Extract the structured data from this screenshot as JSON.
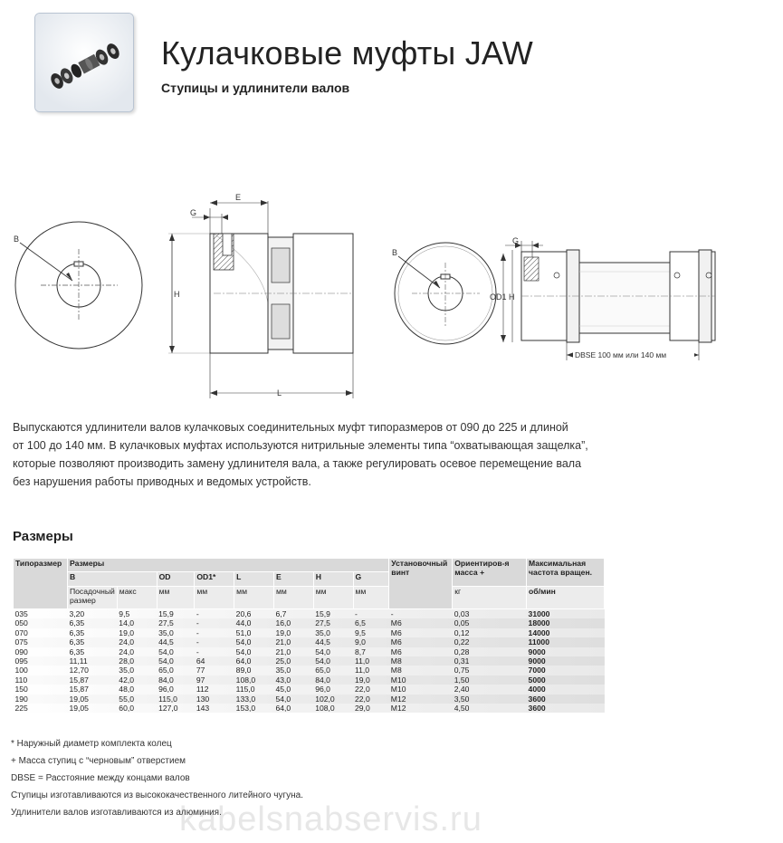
{
  "header": {
    "title": "Кулачковые муфты JAW",
    "subtitle": "Ступицы и удлинители валов"
  },
  "drawing_labels": {
    "b": "B",
    "g": "G",
    "e": "E",
    "h": "H",
    "l": "L",
    "b2": "B",
    "g2": "G",
    "od1h": "OD1 H",
    "dbse": "DBSE 100 мм или 140 мм"
  },
  "description": [
    "Выпускаются удлинители валов кулачковых соединительных муфт типоразмеров от 090 до 225 и длиной",
    "от 100 до 140 мм. В кулачковых муфтах используются нитрильные элементы типа “охватывающая защелка”,",
    "которые позволяют производить замену удлинителя вала, а также регулировать осевое перемещение вала",
    "без нарушения работы приводных и ведомых устройств."
  ],
  "section_title": "Размеры",
  "table": {
    "h_size": "Типоразмер",
    "h_dims": "Размеры",
    "h_screw": [
      "Установочный",
      "винт"
    ],
    "h_mass": [
      "Ориентиров-я",
      "масса +"
    ],
    "h_speed": [
      "Максимальная",
      "частота вращен."
    ],
    "sub": [
      "B",
      "OD",
      "OD1*",
      "L",
      "E",
      "H",
      "G"
    ],
    "units": {
      "b_seat": [
        "Посадочный",
        "размер"
      ],
      "b_max": "макс",
      "mm": "мм",
      "kg": "кг",
      "rpm": "об/мин"
    },
    "rows": [
      [
        "035",
        "3,20",
        "9,5",
        "15,9",
        "-",
        "20,6",
        "6,7",
        "15,9",
        "-",
        "-",
        "0,03",
        "31000"
      ],
      [
        "050",
        "6,35",
        "14,0",
        "27,5",
        "-",
        "44,0",
        "16,0",
        "27,5",
        "6,5",
        "M6",
        "0,05",
        "18000"
      ],
      [
        "070",
        "6,35",
        "19,0",
        "35,0",
        "-",
        "51,0",
        "19,0",
        "35,0",
        "9,5",
        "M6",
        "0,12",
        "14000"
      ],
      [
        "075",
        "6,35",
        "24,0",
        "44,5",
        "-",
        "54,0",
        "21,0",
        "44,5",
        "9,0",
        "M6",
        "0,22",
        "11000"
      ],
      [
        "090",
        "6,35",
        "24,0",
        "54,0",
        "-",
        "54,0",
        "21,0",
        "54,0",
        "8,7",
        "M6",
        "0,28",
        "9000"
      ],
      [
        "095",
        "11,11",
        "28,0",
        "54,0",
        "64",
        "64,0",
        "25,0",
        "54,0",
        "11,0",
        "M8",
        "0,31",
        "9000"
      ],
      [
        "100",
        "12,70",
        "35,0",
        "65,0",
        "77",
        "89,0",
        "35,0",
        "65,0",
        "11,0",
        "M8",
        "0,75",
        "7000"
      ],
      [
        "110",
        "15,87",
        "42,0",
        "84,0",
        "97",
        "108,0",
        "43,0",
        "84,0",
        "19,0",
        "M10",
        "1,50",
        "5000"
      ],
      [
        "150",
        "15,87",
        "48,0",
        "96,0",
        "112",
        "115,0",
        "45,0",
        "96,0",
        "22,0",
        "M10",
        "2,40",
        "4000"
      ],
      [
        "190",
        "19,05",
        "55,0",
        "115,0",
        "130",
        "133,0",
        "54,0",
        "102,0",
        "22,0",
        "M12",
        "3,50",
        "3600"
      ],
      [
        "225",
        "19,05",
        "60,0",
        "127,0",
        "143",
        "153,0",
        "64,0",
        "108,0",
        "29,0",
        "M12",
        "4,50",
        "3600"
      ]
    ]
  },
  "notes": [
    "*  Наружный диаметр комплекта колец",
    "+  Масса ступиц с “черновым” отверстием",
    "DBSE = Расстояние между концами валов",
    "Ступицы изготавливаются из высококачественного литейного чугуна.",
    "Удлинители валов изготавливаются из алюминия."
  ],
  "watermark": "kabelsnabservis.ru",
  "colors": {
    "header_gray": "#d9d9d9",
    "text": "#222222",
    "thumb_border": "#b9c4d2"
  },
  "icons": {
    "thumbnail": "coupling-parts-photo"
  }
}
